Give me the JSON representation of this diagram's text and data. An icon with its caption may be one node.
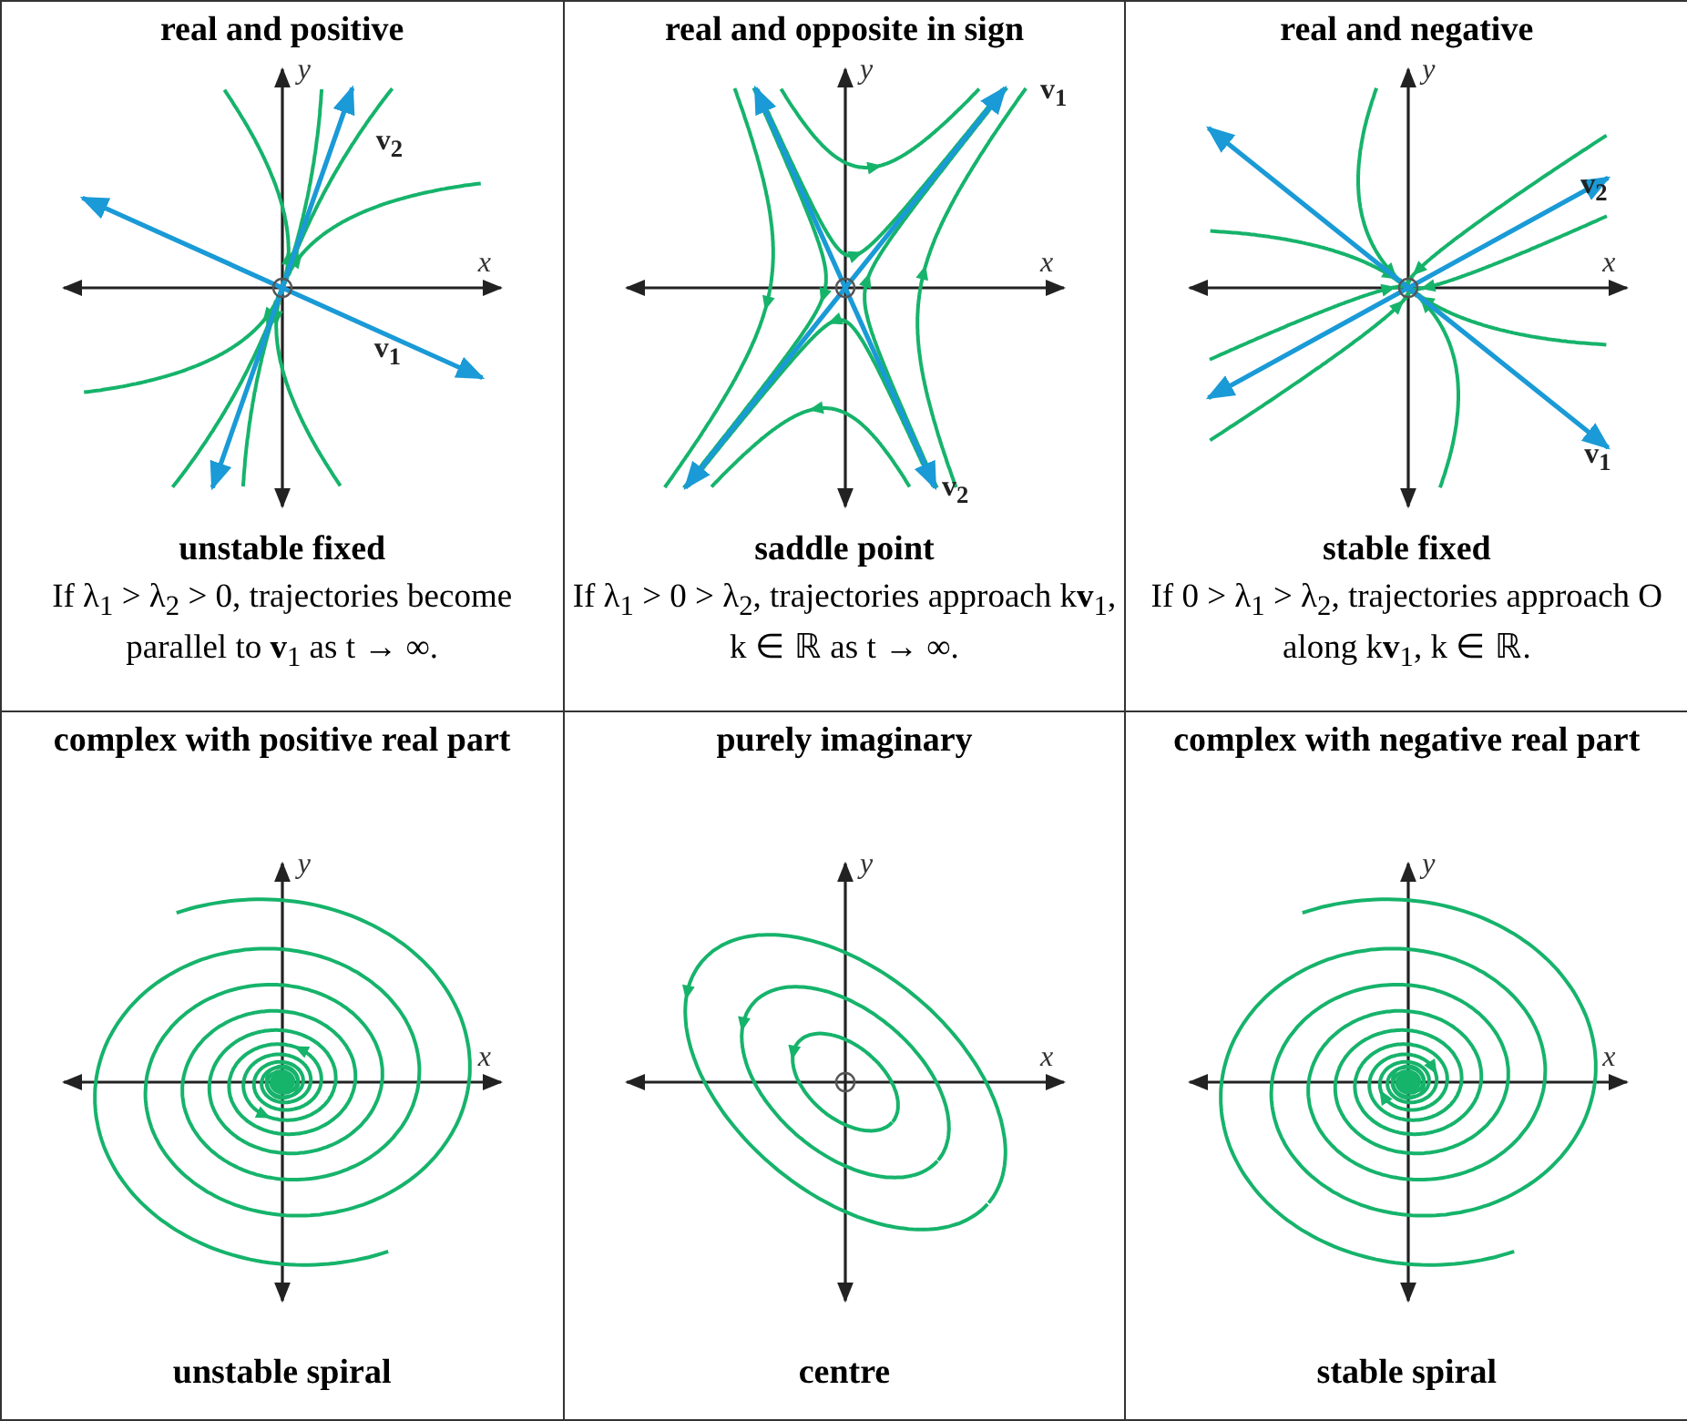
{
  "diagram": {
    "labels": [
      "real and positive",
      "y",
      "v$_{2}$",
      "x",
      "v$_{1}$",
      "unstable fixed",
      "If λ$_{1}$ > λ$_{2}$ > 0, trajectories become parallel to **v**$_{1}$ as t → ∞.",
      "real and opposite in sign",
      "y",
      "v$_{1}$",
      "x",
      "v$_{2}$",
      "saddle point",
      "If λ$_{1}$ > 0 > λ$_{2}$, trajectories approach k**v**$_{1}$, k ∈ ℝ as t → ∞.",
      "real and negative",
      "y",
      "v$_{2}$",
      "x",
      "v$_{1}$",
      "stable fixed",
      "If 0 > λ$_{1}$ > λ$_{2}$, trajectories approach O along k**v**$_{1}$, k ∈ ℝ.",
      "complex with positive real part",
      "y",
      "x",
      "unstable spiral",
      "purely imaginary",
      "y",
      "x",
      "centre",
      "complex with negative real part",
      "y",
      "x",
      "stable spiral"
    ]
  }
}
